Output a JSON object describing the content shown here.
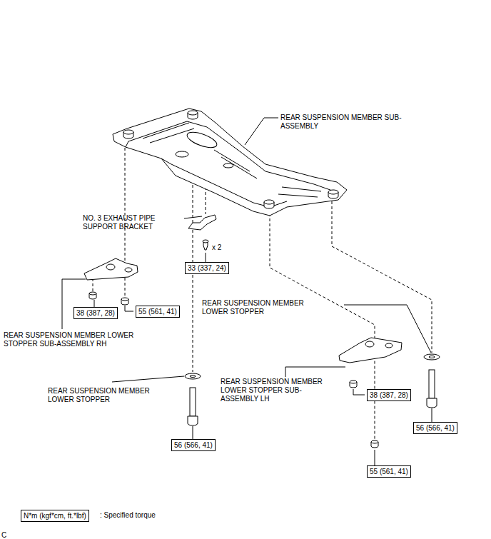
{
  "diagram": {
    "nodes": [
      {
        "text": [
          "33 (337, 24)"
        ]
      },
      {
        "text": [
          "38 (387, 28)"
        ]
      },
      {
        "text": [
          "55 (561, 41)"
        ]
      },
      {
        "text": [
          "38 (387, 28)"
        ]
      },
      {
        "text": [
          "56 (566, 41)"
        ]
      },
      {
        "text": [
          "56 (566, 41)"
        ]
      },
      {
        "text": [
          "55 (561, 41)"
        ]
      },
      {
        "text": [
          "N*m (kgf*cm, ft.*lbf)"
        ]
      }
    ],
    "labels": [
      "REAR SUSPENSION MEMBER SUB-ASSEMBLY",
      "NO. 3 EXHAUST PIPE SUPPORT BRACKET",
      "x 2",
      "REAR SUSPENSION MEMBER LOWER STOPPER",
      "REAR SUSPENSION MEMBER LOWER STOPPER SUB-ASSEMBLY RH",
      "REAR SUSPENSION MEMBER LOWER STOPPER SUB-ASSEMBLY LH",
      "REAR SUSPENSION MEMBER LOWER STOPPER",
      ": Specified torque",
      "C"
    ]
  }
}
